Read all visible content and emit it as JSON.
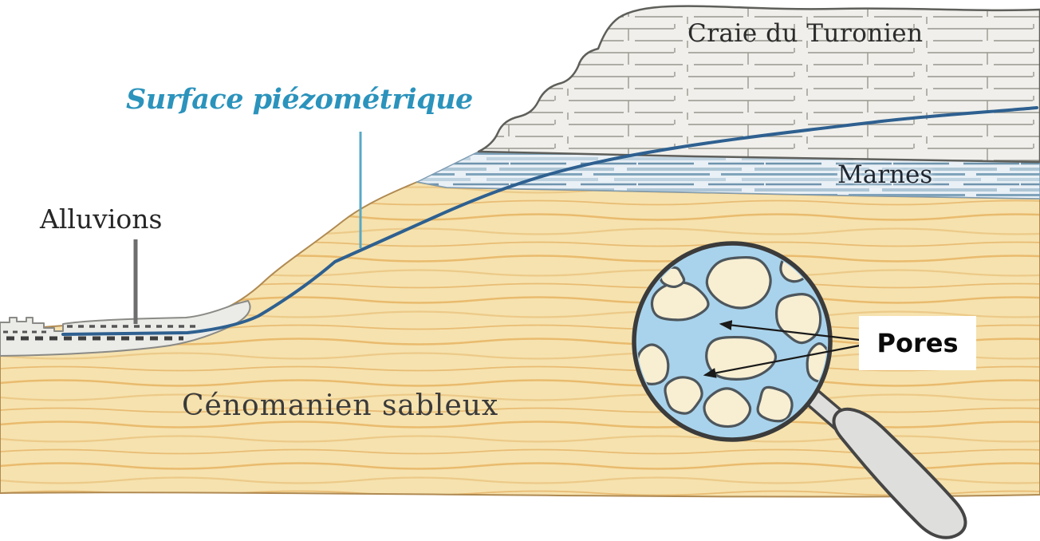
{
  "diagram": {
    "labels": {
      "chalk": "Craie du Turonien",
      "piezometric": "Surface piézométrique",
      "marl": "Marnes",
      "alluvium": "Alluvions",
      "sand": "Cénomanien sableux",
      "pores": "Pores"
    },
    "colors": {
      "sand": "#f6e2ae",
      "sand_streak": "#e4ad58",
      "chalk": "#f0efeb",
      "chalk_line": "#97978f",
      "marl_bg": "#e9f0f6",
      "marl_stripe": "#7fa3bb",
      "piezo_line": "#2e6090",
      "piezo_label_blue": "#2b93bc",
      "leader_blue": "#58a8c6",
      "leader_gray": "#6e6e6e",
      "alluvium_fill": "#ebebe8",
      "magnifier_water": "#a9d3ec",
      "grain_fill": "#f8eed2",
      "grain_outline": "#4d565c",
      "handle_fill": "#dededc",
      "handle_outline": "#454545",
      "rim": "#3b3b3b",
      "arrow": "#1a1a1a",
      "text_dark": "#2c2c2c"
    },
    "icons": {
      "magnifier": "magnifying-glass-icon"
    }
  }
}
